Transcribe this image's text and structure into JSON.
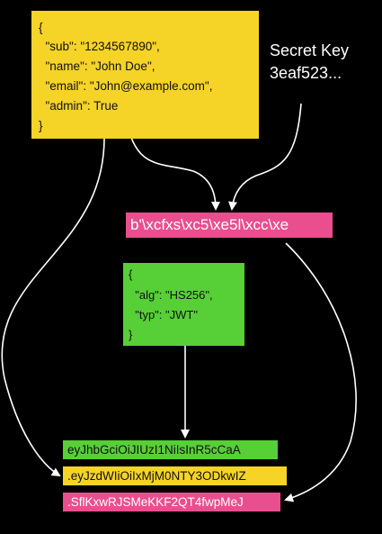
{
  "payload": {
    "lines": [
      "{",
      "  \"sub\": \"1234567890\",",
      "  \"name\": \"John Doe\",",
      "  \"email\": \"John@example.com\",",
      "  \"admin\": True",
      "}"
    ]
  },
  "secret": {
    "label": "Secret Key",
    "value": "3eaf523..."
  },
  "signature_bytes": "b'\\xcfxs\\xc5\\xe5l\\xcc\\xe",
  "header": {
    "lines": [
      "{",
      "  \"alg\": \"HS256\",",
      "  \"typ\": \"JWT\"",
      "}"
    ]
  },
  "token": {
    "part1": "eyJhbGciOiJIUzI1NiIsInR5cCaA",
    "part2": ".eyJzdWIiOiIxMjM0NTY3ODkwIZ",
    "part3": ".SflKxwRJSMeKKF2QT4fwpMeJ"
  },
  "colors": {
    "yellow": "#f5d327",
    "pink": "#e94f8f",
    "green": "#57cf37",
    "background": "#000000"
  }
}
